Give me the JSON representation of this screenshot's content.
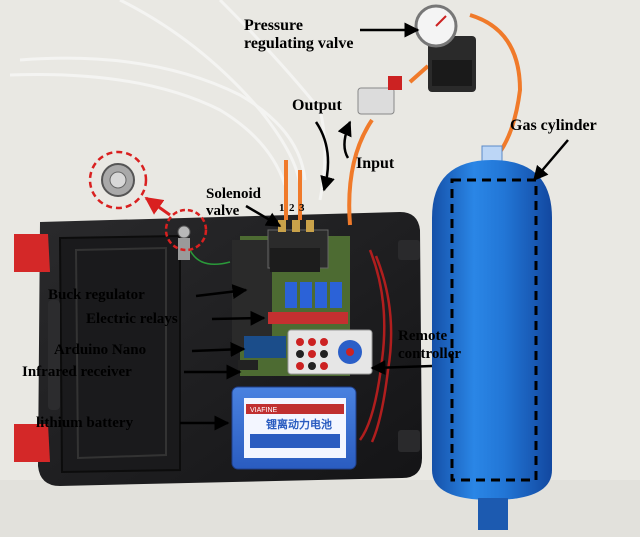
{
  "labels": {
    "pressure_valve_line1": "Pressure",
    "pressure_valve_line2": "regulating valve",
    "output": "Output",
    "input": "Input",
    "gas_cylinder": "Gas cylinder",
    "solenoid_line1": "Solenoid",
    "solenoid_line2": "valve",
    "valve_numbers": [
      "1",
      "2",
      "3"
    ],
    "buck_regulator": "Buck regulator",
    "electric_relays": "Electric relays",
    "arduino_nano": "Arduino Nano",
    "infrared_receiver": "Infrared receiver",
    "lithium_battery": "lithium battery",
    "remote_line1": "Remote",
    "remote_line2": "controller"
  },
  "battery_print": {
    "brand": "VIAFINE",
    "title": "锂离动力电池"
  },
  "colors": {
    "background": "#e9e8e3",
    "case": "#1d1d1f",
    "cylinder": "#1f6fd0",
    "tubing": "#f07a2a",
    "latch": "#d42828",
    "highlight_circle": "#d92020",
    "board": "#5a7a3a",
    "battery": "#3a6fd0"
  }
}
